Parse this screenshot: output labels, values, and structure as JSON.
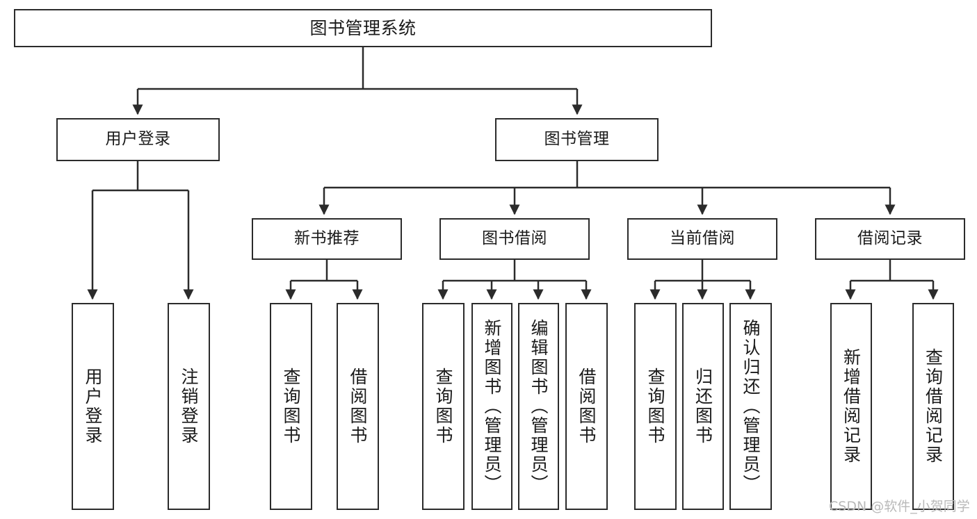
{
  "diagram": {
    "title": "图书管理系统",
    "type": "tree-hierarchy",
    "watermark": "CSDN @软件_小贺同学",
    "edge_color": "#2b2b2b",
    "box_border_color": "#2b2b2b",
    "background_color": "#ffffff",
    "nodes": {
      "root": {
        "label": "图书管理系统",
        "level": 0
      },
      "l1": [
        {
          "id": "user-login",
          "label": "用户登录",
          "level": 1
        },
        {
          "id": "book-manage",
          "label": "图书管理",
          "level": 1
        }
      ],
      "l2": [
        {
          "id": "new-book-recommend",
          "label": "新书推荐",
          "level": 2,
          "parent": "book-manage"
        },
        {
          "id": "book-borrow",
          "label": "图书借阅",
          "level": 2,
          "parent": "book-manage"
        },
        {
          "id": "current-borrow",
          "label": "当前借阅",
          "level": 2,
          "parent": "book-manage"
        },
        {
          "id": "borrow-record",
          "label": "借阅记录",
          "level": 2,
          "parent": "book-manage"
        }
      ],
      "leaves": [
        {
          "id": "leaf-user-login",
          "label": "用户登录",
          "parent": "user-login"
        },
        {
          "id": "leaf-user-logout",
          "label": "注销登录",
          "parent": "user-login"
        },
        {
          "id": "leaf-query-book-1",
          "label": "查询图书",
          "parent": "new-book-recommend"
        },
        {
          "id": "leaf-borrow-book-1",
          "label": "借阅图书",
          "parent": "new-book-recommend"
        },
        {
          "id": "leaf-query-book-2",
          "label": "查询图书",
          "parent": "book-borrow"
        },
        {
          "id": "leaf-add-book",
          "label": "新增图书（管理员）",
          "parent": "book-borrow"
        },
        {
          "id": "leaf-edit-book",
          "label": "编辑图书（管理员）",
          "parent": "book-borrow"
        },
        {
          "id": "leaf-borrow-book-2",
          "label": "借阅图书",
          "parent": "book-borrow"
        },
        {
          "id": "leaf-query-book-3",
          "label": "查询图书",
          "parent": "current-borrow"
        },
        {
          "id": "leaf-return-book",
          "label": "归还图书",
          "parent": "current-borrow"
        },
        {
          "id": "leaf-confirm-return",
          "label": "确认归还（管理员）",
          "parent": "current-borrow"
        },
        {
          "id": "leaf-add-record",
          "label": "新增借阅记录",
          "parent": "borrow-record"
        },
        {
          "id": "leaf-query-record",
          "label": "查询借阅记录",
          "parent": "borrow-record"
        }
      ]
    }
  }
}
